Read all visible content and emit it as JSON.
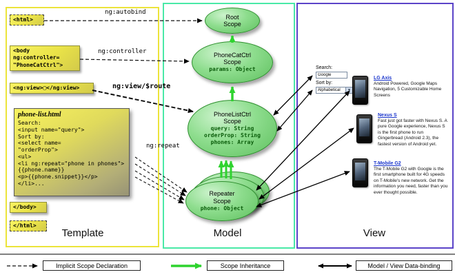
{
  "columns": {
    "template": {
      "label": "Template"
    },
    "model": {
      "label": "Model"
    },
    "view": {
      "label": "View"
    }
  },
  "template": {
    "html_open": "<html>",
    "body_open": "<body\nng:controller=\n\"PhoneCatCtrl\">",
    "ng_view": "<ng:view>▢</ng:view>",
    "phone_list_title": "phone-list.html",
    "phone_list_code": "Search:\n<input name=\"query\">\nSort by:\n<select name=\n\"orderProp\">\n<ul>\n<li ng:repeat=\"phone in phones\">\n{{phone.name}}\n<p>{{phone.snippet}}</p>\n</li>...",
    "body_close": "</body>",
    "html_close": "</html>"
  },
  "model": {
    "root": {
      "title": "Root\nScope"
    },
    "phonecat": {
      "title": "PhoneCatCtrl\nScope",
      "props": "params: Object"
    },
    "phonelist": {
      "title": "PhoneListCtrl\nScope",
      "props": "query: String\norderProp: String\nphones: Array"
    },
    "repeater": {
      "title": "Repeater\nScope",
      "props": "phone: Object"
    }
  },
  "view": {
    "search_label": "Search:",
    "search_value": "Google",
    "sort_label": "Sort by:",
    "sort_value": "Alphabetical",
    "phones": [
      {
        "name": "LG Axis",
        "desc": "Android Powered, Google Maps Navigation, 5 Customizable Home Screens"
      },
      {
        "name": "Nexus S",
        "desc": "Fast just got faster with Nexus S. A pure Google experience, Nexus S is the first phone to run Gingerbread (Android 2.3), the fastest version of Android yet."
      },
      {
        "name": "T-Mobile G2",
        "desc": "The T-Mobile G2 with Google is the first smartphone built for 4G speeds on T-Mobile's new network. Get the information you need, faster than you ever thought possible."
      }
    ]
  },
  "arrow_labels": {
    "autobind": "ng:autobind",
    "controller": "ng:controller",
    "view_route": "ng:view/$route",
    "repeat": "ng:repeat"
  },
  "legend": {
    "implicit": "Implicit Scope Declaration",
    "inheritance": "Scope Inheritance",
    "binding": "Model / View Data-binding"
  },
  "icons": {
    "dropdown": "▼"
  },
  "colors": {
    "template_border": "#ece43a",
    "model_border": "#49e9a7",
    "view_border": "#5b43c8",
    "scope_fill": "#8edd8e",
    "inheritance_arrow": "#2fd32f",
    "code_box": "#f0ea55",
    "link_blue": "#1a35cc"
  }
}
